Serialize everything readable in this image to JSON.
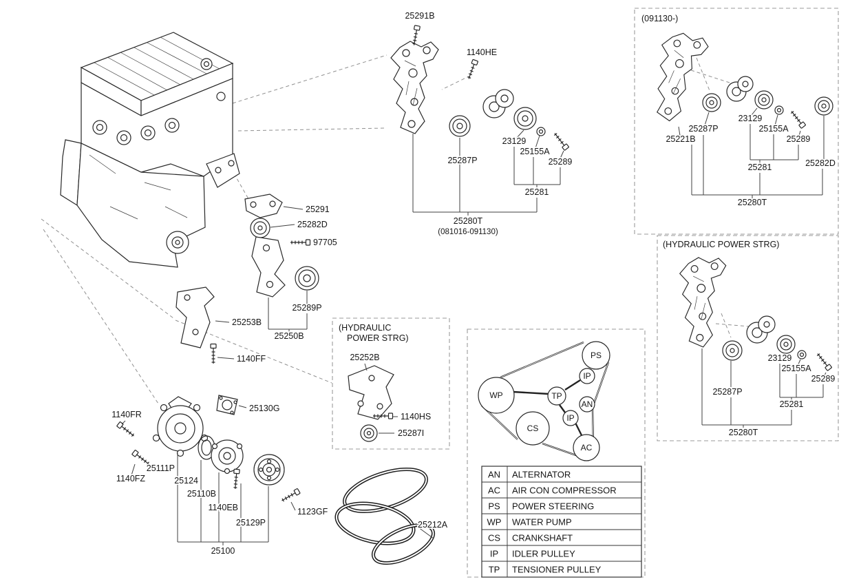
{
  "center_assembly": {
    "bolt_top": "25291B",
    "bolt_side": "1140HE",
    "idler_pulley": "25287P",
    "tensioner_pulley": "23129",
    "washer": "25155A",
    "bolt": "25289",
    "tensioner_assy": "25281",
    "bracket_assy": "25280T",
    "date_range": "(081016-091130)"
  },
  "variant_late": {
    "title": "(091130-)",
    "idler_pulley": "25287P",
    "tensioner_pulley": "23129",
    "washer": "25155A",
    "bolt": "25289",
    "bracket": "25221B",
    "tensioner_assy": "25281",
    "idler_pulley2": "25282D",
    "bracket_assy": "25280T"
  },
  "variant_hydraulic": {
    "title": "(HYDRAULIC POWER STRG)",
    "tensioner_pulley": "23129",
    "washer": "25155A",
    "bolt": "25289",
    "idler_pulley": "25287P",
    "tensioner_assy": "25281",
    "bracket_assy": "25280T"
  },
  "engine_mounted": {
    "support_bracket": "25291",
    "idler_pulley": "25282D",
    "bolt": "97705",
    "pulley": "25289P",
    "lower_bracket": "25253B",
    "bracket_assy": "25250B",
    "bolt_ff": "1140FF",
    "gasket": "25130G"
  },
  "hydraulic_bracket": {
    "title_line1": "(HYDRAULIC",
    "title_line2": "POWER STRG)",
    "bracket": "25252B",
    "bolt": "1140HS",
    "idler_pulley": "25287I"
  },
  "water_pump": {
    "bolt_fr": "1140FR",
    "bolt_fz": "1140FZ",
    "housing": "25111P",
    "gasket": "25124",
    "pump": "25110B",
    "bolt_eb": "1140EB",
    "pulley": "25129P",
    "bolt_gf": "1123GF",
    "assy": "25100"
  },
  "belt": {
    "part": "25212A"
  },
  "belt_diagram": {
    "pulleys": [
      "PS",
      "IP",
      "TP",
      "WP",
      "AN",
      "IP",
      "CS",
      "AC"
    ],
    "legend": [
      {
        "code": "AN",
        "name": "ALTERNATOR"
      },
      {
        "code": "AC",
        "name": "AIR CON COMPRESSOR"
      },
      {
        "code": "PS",
        "name": "POWER STEERING"
      },
      {
        "code": "WP",
        "name": "WATER PUMP"
      },
      {
        "code": "CS",
        "name": "CRANKSHAFT"
      },
      {
        "code": "IP",
        "name": "IDLER PULLEY"
      },
      {
        "code": "TP",
        "name": "TENSIONER PULLEY"
      }
    ]
  }
}
